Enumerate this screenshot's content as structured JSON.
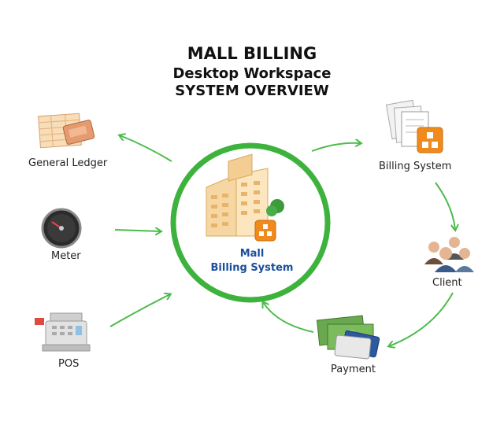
{
  "title": {
    "line1": "MALL BILLING",
    "line2": "Desktop Workspace",
    "line3": "SYSTEM OVERVIEW"
  },
  "center": {
    "line1": "Mall",
    "line2": "Billing System"
  },
  "nodes": {
    "general_ledger": "General Ledger",
    "meter": "Meter",
    "pos": "POS",
    "billing_system": "Billing System",
    "client": "Client",
    "payment": "Payment"
  },
  "colors": {
    "ring": "#3db33d",
    "arrow": "#4dbb4d",
    "accent_orange": "#f08a1c",
    "center_text": "#1a4f9c"
  }
}
